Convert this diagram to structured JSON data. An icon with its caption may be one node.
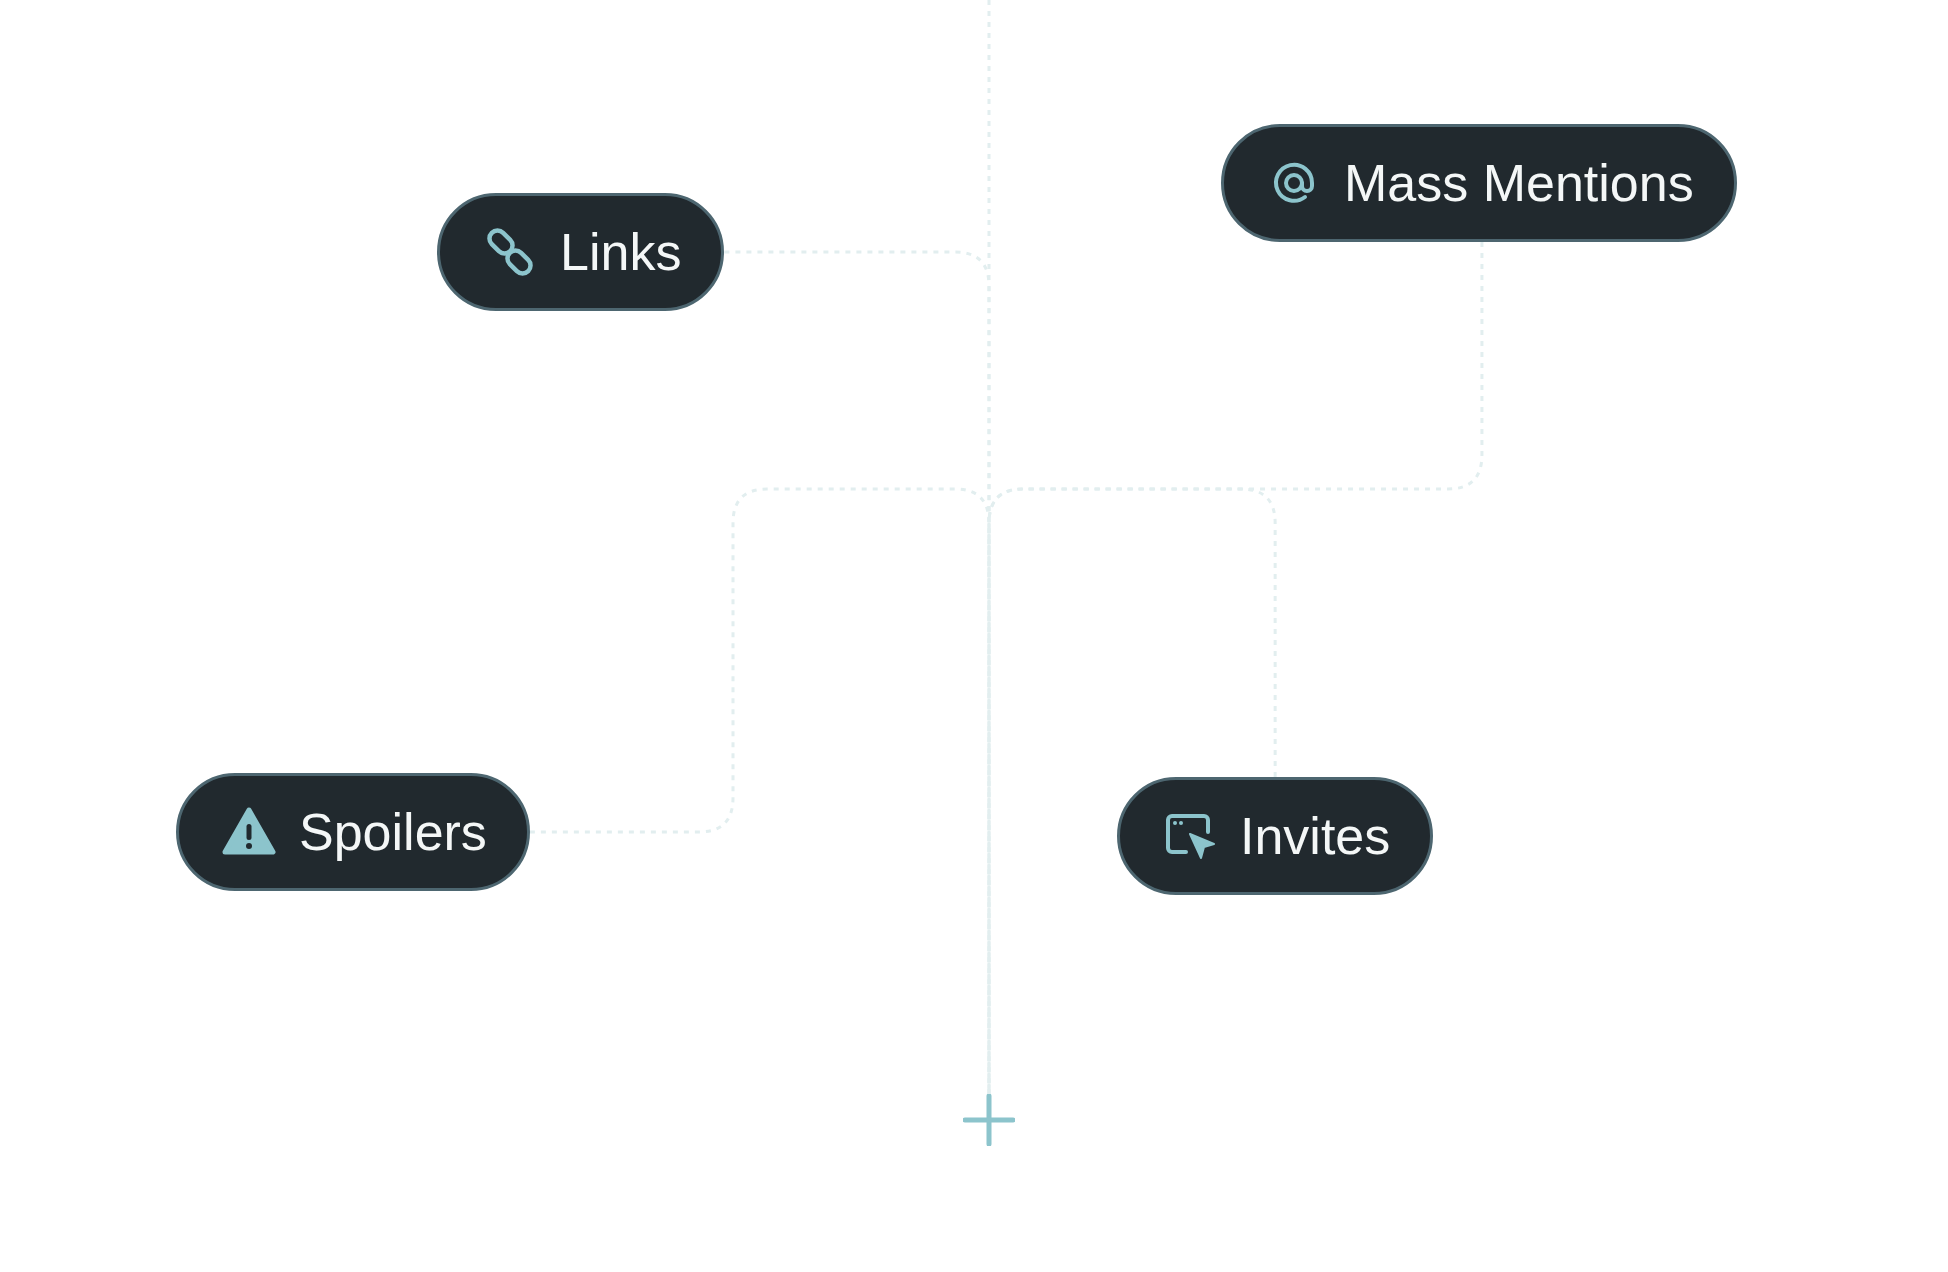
{
  "diagram": {
    "nodes": [
      {
        "text": [
          "Mass Mentions"
        ]
      },
      {
        "text": [
          "Links"
        ]
      },
      {
        "text": [
          "Spoilers"
        ]
      },
      {
        "text": [
          "Invites"
        ]
      },
      {
        "text": [],
        "shape": "plus"
      }
    ],
    "edges": [
      {
        "from": null,
        "to": 4,
        "arrow": "none"
      },
      {
        "from": 1,
        "to": 4,
        "arrow": "none"
      },
      {
        "from": 0,
        "to": 4,
        "arrow": "none"
      },
      {
        "from": 2,
        "to": 4,
        "arrow": "none"
      },
      {
        "from": 3,
        "to": 4,
        "arrow": "none"
      }
    ]
  }
}
